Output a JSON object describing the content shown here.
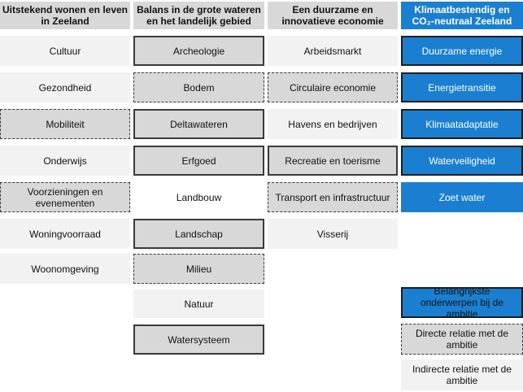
{
  "columns": [
    {
      "header": "Uitstekend wonen en leven in Zeeland",
      "items": [
        "Cultuur",
        "Gezondheid",
        "Mobiliteit",
        "Onderwijs",
        "Voorzieningen en evenementen",
        "Woningvoorraad",
        "Woonomgeving"
      ]
    },
    {
      "header": "Balans in de grote wateren en het landelijk gebied",
      "items": [
        "Archeologie",
        "Bodem",
        "Deltawateren",
        "Erfgoed",
        "Landbouw",
        "Landschap",
        "Milieu",
        "Natuur",
        "Watersysteem"
      ]
    },
    {
      "header": "Een duurzame en innovatieve economie",
      "items": [
        "Arbeidsmarkt",
        "Circulaire economie",
        "Havens en bedrijven",
        "Recreatie en toerisme",
        "Transport en infrastructuur",
        "Visserij"
      ]
    },
    {
      "header": "Klimaatbestendig en CO₂-neutraal Zeeland",
      "items": [
        "Duurzame energie",
        "Energietransitie",
        "Klimaatadaptatie",
        "Waterveiligheid",
        "Zoet water"
      ]
    }
  ],
  "legend": {
    "primary": "Belangrijkste onderwerpen bij de ambitie",
    "direct": "Directe relatie met de ambitie",
    "indirect": "Indirecte relatie met de ambitie"
  },
  "colors": {
    "blue": "#1a7fd0",
    "grey": "#d8d8d8",
    "light": "#f2f2f2"
  }
}
